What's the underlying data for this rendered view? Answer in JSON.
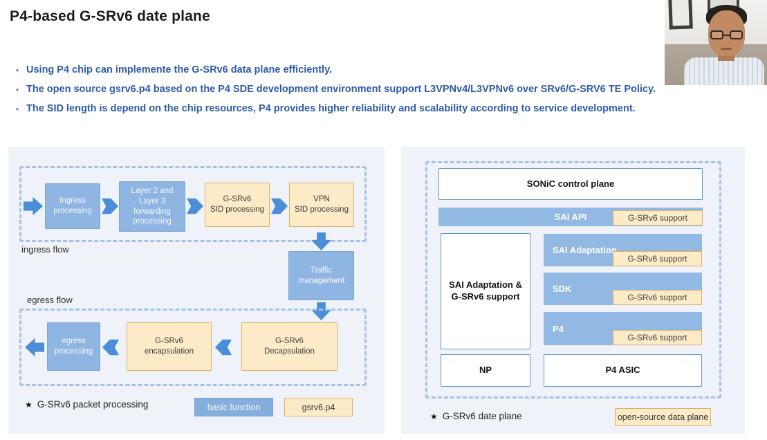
{
  "slide": {
    "title": "P4-based G-SRv6 date plane",
    "bullets": [
      "Using P4 chip can implemente the G-SRv6 data plane efficiently.",
      "The open source gsrv6.p4 based on the P4 SDE development environment support L3VPNv4/L3VPNv6 over SRv6/G-SRV6 TE Policy.",
      "The SID length is depend on the chip resources,  P4 provides higher reliability and scalability according to service development."
    ]
  },
  "left_diagram": {
    "nodes": {
      "ingress_processing": "Ingress\nprocessing",
      "l2_l3_forwarding": "Layer 2 and\nLayer 3\nforwarding\nprocessing",
      "gsrv6_sid_processing": "G-SRv6\nSID processing",
      "vpn_sid_processing": "VPN\nSID processing",
      "traffic_management": "Traffic\nmanagement",
      "egress_processing": "egress\nprocessing",
      "gsrv6_encapsulation": "G-SRv6\nencapsulation",
      "gsrv6_decapsulation": "G-SRv6\nDecapsulation"
    },
    "labels": {
      "ingress_flow": "ingress flow",
      "egress_flow": "egress flow"
    },
    "caption": {
      "star": "★",
      "text": "G-SRv6 packet processing"
    },
    "legend": {
      "basic_function": "basic function",
      "gsrv6_p4": "gsrv6.p4"
    }
  },
  "right_diagram": {
    "sonic_control_plane": "SONiC control plane",
    "sai_api": "SAI API",
    "support_label": "G-SRv6 support",
    "left_box": "SAI Adaptation &\nG-SRv6 support",
    "rows": [
      {
        "label": "SAI Adaptation"
      },
      {
        "label": "SDK"
      },
      {
        "label": "P4"
      }
    ],
    "np": "NP",
    "p4_asic": "P4 ASIC",
    "caption": {
      "star": "★",
      "text": "G-SRv6 date plane"
    },
    "legend": {
      "open_source": "open-source data plane"
    }
  },
  "colors": {
    "bullet_text": "#2d5ca8",
    "box_blue": "#8fb6e3",
    "box_yellow": "#fdeac6",
    "yellow_border": "#ddb167",
    "arrow_blue": "#4a8ed8",
    "dashed_border": "#a5c3e8",
    "panel_background": "#eff2f8"
  }
}
